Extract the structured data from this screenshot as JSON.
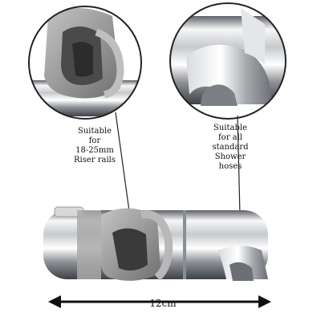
{
  "callouts": {
    "rail": {
      "lines": [
        "Suitable",
        "for",
        "18-25mm",
        "Riser rails"
      ]
    },
    "hose": {
      "lines": [
        "Suitable",
        "for all",
        "standard",
        "Shower",
        "hoses"
      ]
    }
  },
  "dimension": {
    "label": "12cm"
  },
  "colors": {
    "chrome_light": "#f2f2f2",
    "chrome_mid": "#b9bcc0",
    "chrome_dark": "#5e6166",
    "grip_grey": "#9a9a9a",
    "outline": "#222222"
  }
}
